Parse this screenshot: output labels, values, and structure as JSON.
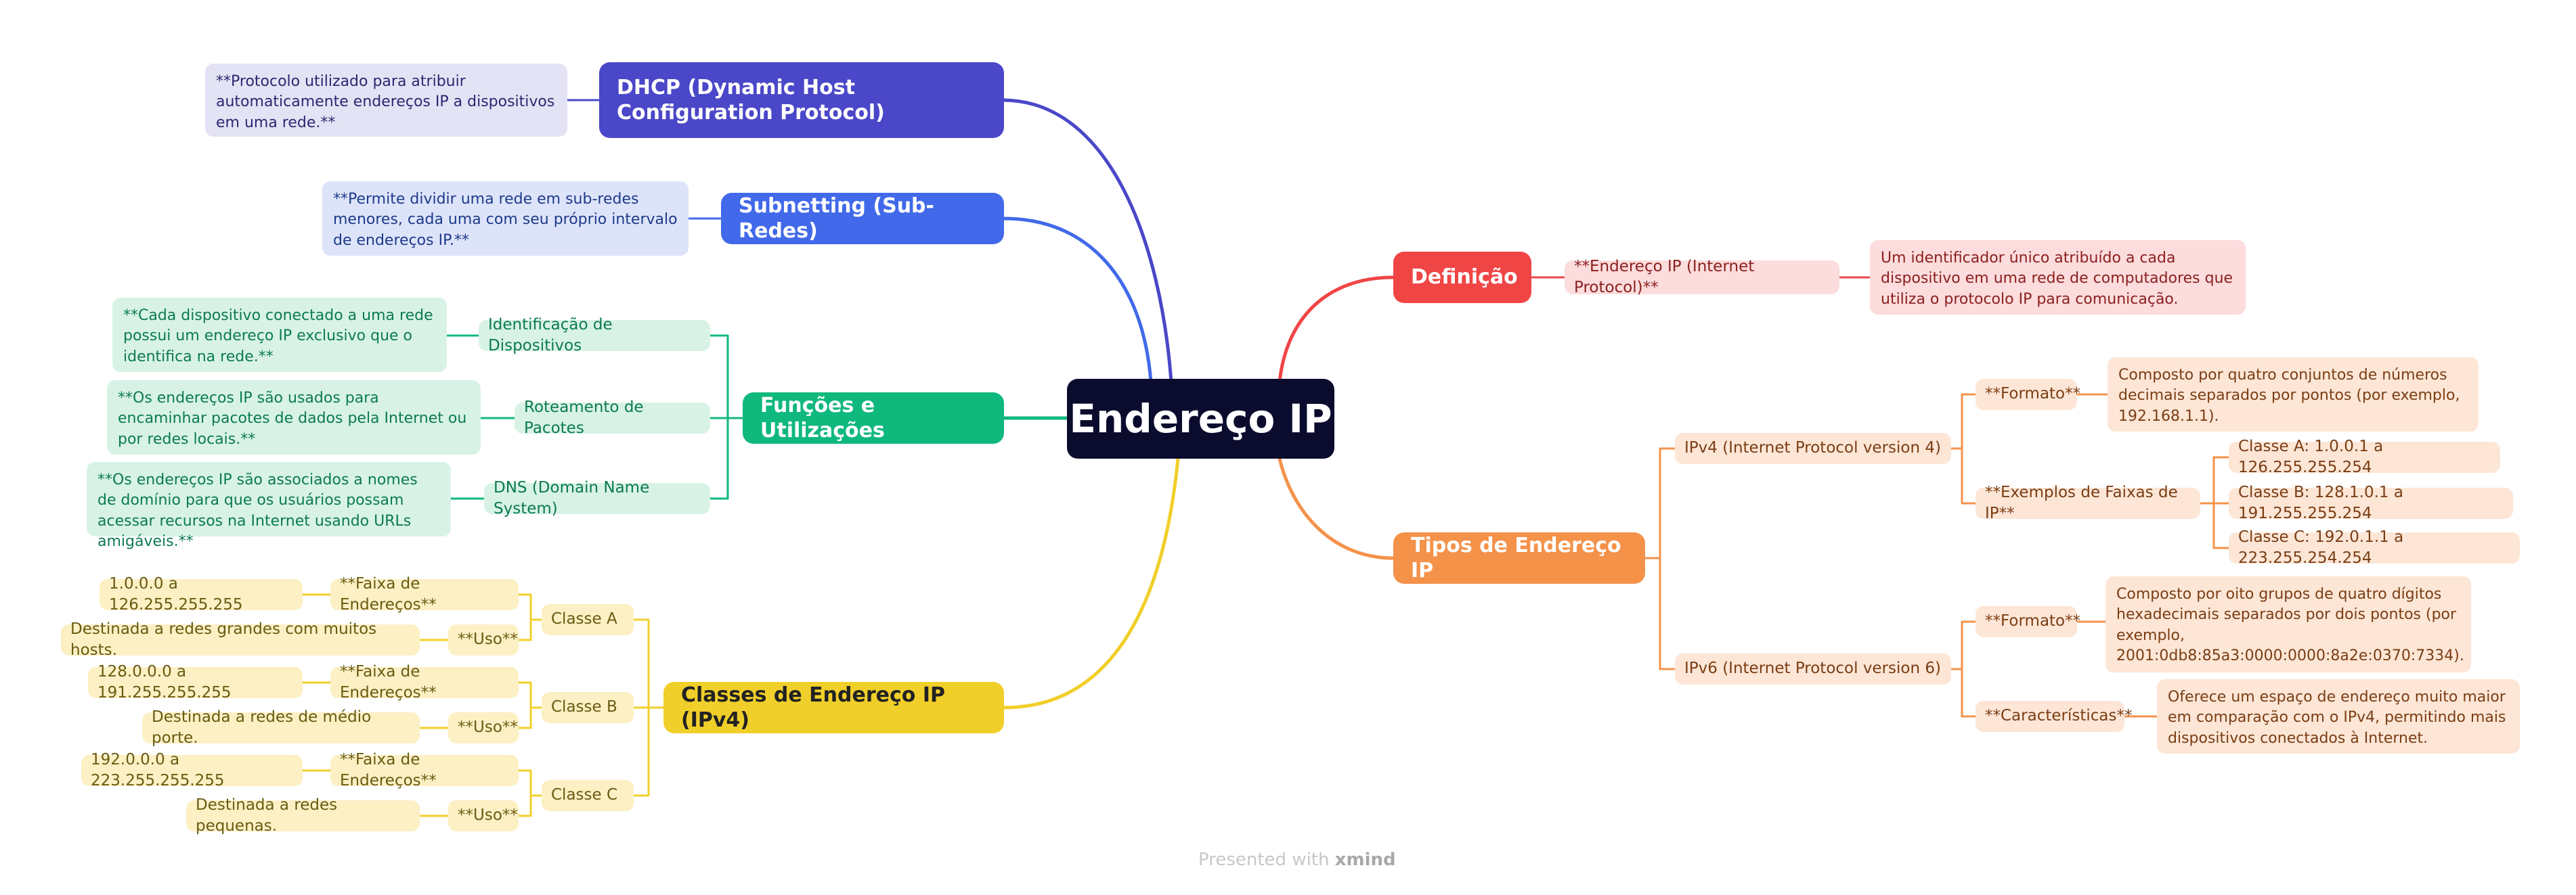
{
  "central": {
    "label": "Endereço IP"
  },
  "colors": {
    "dhcp": "#4a47c8",
    "dhcp_note": "#e4e3f5",
    "subnet": "#4169e9",
    "subnet_note": "#dde4fa",
    "funcoes": "#0fb87c",
    "funcoes_light": "#d8f3e6",
    "funcoes_text": "#0c7a52",
    "classes": "#f1cf2a",
    "classes_light": "#fcf0c4",
    "classes_text": "#6a5a12",
    "definicao": "#f04545",
    "definicao_light": "#fcdcdc",
    "definicao_text": "#8c2020",
    "tipos": "#f4924a",
    "tipos_light": "#fde6d6",
    "tipos_text": "#7a3d14",
    "central_bg": "#0b0b2e"
  },
  "left": {
    "dhcp": {
      "label": "DHCP (Dynamic Host Configuration Protocol)",
      "note": "**Protocolo utilizado para atribuir automaticamente endereços IP a dispositivos em uma rede.**"
    },
    "subnetting": {
      "label": "Subnetting (Sub-Redes)",
      "note": "**Permite dividir uma rede em sub-redes menores, cada uma com seu próprio intervalo de endereços IP.**"
    },
    "funcoes": {
      "label": "Funções e Utilizações",
      "items": [
        {
          "label": "Identificação de Dispositivos",
          "note": "**Cada dispositivo conectado a uma rede possui um endereço IP exclusivo que o identifica na rede.**"
        },
        {
          "label": "Roteamento de Pacotes",
          "note": "**Os endereços IP são usados para encaminhar pacotes de dados pela Internet ou por redes locais.**"
        },
        {
          "label": "DNS (Domain Name System)",
          "note": "**Os endereços IP são associados a nomes de domínio para que os usuários possam acessar recursos na Internet usando URLs amigáveis.**"
        }
      ]
    },
    "classes": {
      "label": "Classes de Endereço IP (IPv4)",
      "items": [
        {
          "label": "Classe A",
          "faixa_label": "**Faixa de Endereços**",
          "faixa_value": "1.0.0.0 a 126.255.255.255",
          "uso_label": "**Uso**",
          "uso_value": "Destinada a redes grandes com muitos hosts."
        },
        {
          "label": "Classe B",
          "faixa_label": "**Faixa de Endereços**",
          "faixa_value": "128.0.0.0 a 191.255.255.255",
          "uso_label": "**Uso**",
          "uso_value": "Destinada a redes de médio porte."
        },
        {
          "label": "Classe C",
          "faixa_label": "**Faixa de Endereços**",
          "faixa_value": "192.0.0.0 a 223.255.255.255",
          "uso_label": "**Uso**",
          "uso_value": "Destinada a redes pequenas."
        }
      ]
    }
  },
  "right": {
    "definicao": {
      "label": "Definição",
      "term": "**Endereço IP (Internet Protocol)**",
      "note": "Um identificador único atribuído a cada dispositivo em uma rede de computadores que utiliza o protocolo IP para comunicação."
    },
    "tipos": {
      "label": "Tipos de Endereço IP",
      "ipv4": {
        "label": "IPv4 (Internet Protocol version 4)",
        "formato_label": "**Formato**",
        "formato_note": "Composto por quatro conjuntos de números decimais separados por pontos (por exemplo, 192.168.1.1).",
        "faixas_label": "**Exemplos de Faixas de IP**",
        "faixas": [
          "Classe A: 1.0.0.1 a 126.255.255.254",
          "Classe B: 128.1.0.1 a 191.255.255.254",
          "Classe C: 192.0.1.1 a 223.255.254.254"
        ]
      },
      "ipv6": {
        "label": "IPv6 (Internet Protocol version 6)",
        "formato_label": "**Formato**",
        "formato_note": "Composto por oito grupos de quatro dígitos hexadecimais separados por dois pontos (por exemplo, 2001:0db8:85a3:0000:0000:8a2e:0370:7334).",
        "carac_label": "**Características**",
        "carac_note": "Oferece um espaço de endereço muito maior em comparação com o IPv4, permitindo mais dispositivos conectados à Internet."
      }
    }
  },
  "footer": {
    "prefix": "Presented with",
    "brand": "xmind"
  }
}
